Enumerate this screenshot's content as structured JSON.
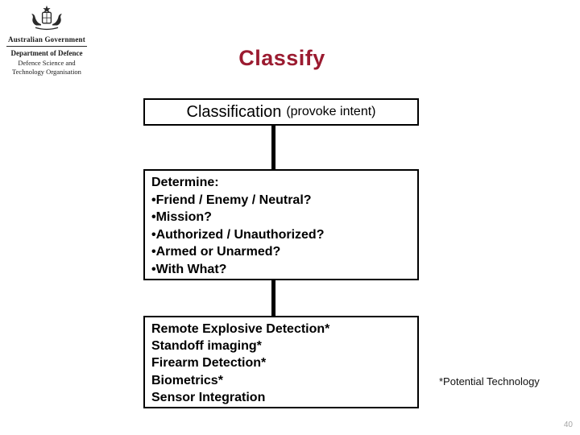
{
  "logo": {
    "government": "Australian Government",
    "department": "Department of Defence",
    "org_line1": "Defence Science and",
    "org_line2": "Technology Organisation"
  },
  "title": "Classify",
  "classification_box": {
    "main": "Classification",
    "sub": "(provoke intent)"
  },
  "determine_box": {
    "heading": "Determine:",
    "items": [
      "•Friend / Enemy / Neutral?",
      "•Mission?",
      "•Authorized / Unauthorized?",
      "•Armed or Unarmed?",
      "•With What?"
    ]
  },
  "technology_box": {
    "items": [
      "Remote Explosive Detection*",
      "Standoff imaging*",
      "Firearm Detection*",
      "Biometrics*",
      "Sensor Integration"
    ]
  },
  "footnote": "*Potential Technology",
  "page_number": "40",
  "colors": {
    "title_red": "#9B1B30",
    "box_border_black": "#000000",
    "page_number_gray": "#A6A6A6"
  }
}
